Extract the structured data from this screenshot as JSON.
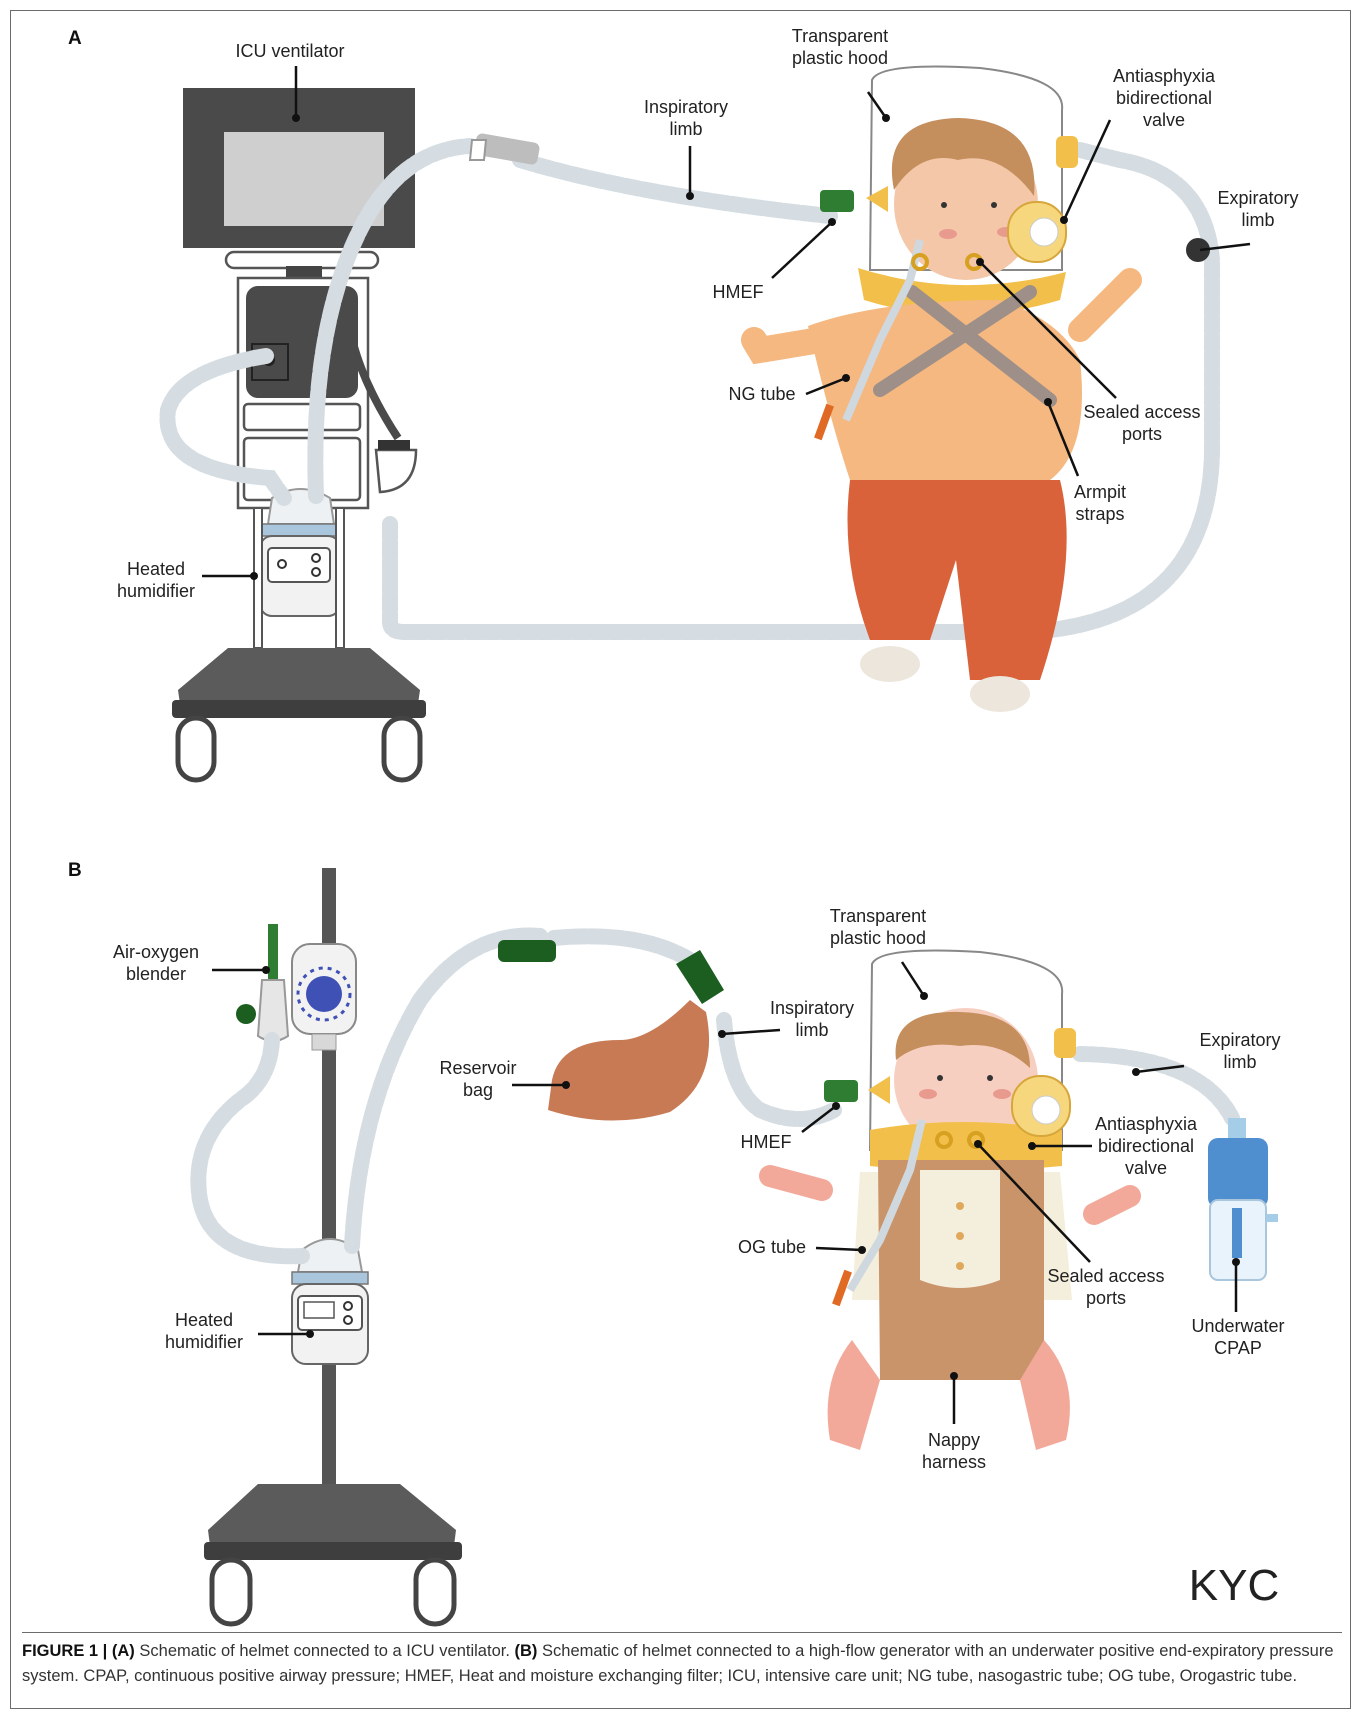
{
  "panels": {
    "a": "A",
    "b": "B"
  },
  "panel_a": {
    "icu_ventilator": "ICU ventilator",
    "inspiratory_limb": [
      "Inspiratory",
      "limb"
    ],
    "transparent_hood": [
      "Transparent",
      "plastic hood"
    ],
    "antiasphyxia_valve": [
      "Antiasphyxia",
      "bidirectional",
      "valve"
    ],
    "expiratory_limb": [
      "Expiratory",
      "limb"
    ],
    "hmef": "HMEF",
    "ng_tube": "NG tube",
    "sealed_ports": [
      "Sealed access",
      "ports"
    ],
    "armpit_straps": [
      "Armpit",
      "straps"
    ],
    "heated_humidifier": [
      "Heated",
      "humidifier"
    ]
  },
  "panel_b": {
    "air_oxygen_blender": [
      "Air-oxygen",
      "blender"
    ],
    "transparent_hood": [
      "Transparent",
      "plastic hood"
    ],
    "inspiratory_limb": [
      "Inspiratory",
      "limb"
    ],
    "expiratory_limb": [
      "Expiratory",
      "limb"
    ],
    "reservoir_bag": [
      "Reservoir",
      "bag"
    ],
    "hmef": "HMEF",
    "antiasphyxia_valve": [
      "Antiasphyxia",
      "bidirectional",
      "valve"
    ],
    "og_tube": "OG tube",
    "sealed_ports": [
      "Sealed access",
      "ports"
    ],
    "underwater_cpap": [
      "Underwater",
      "CPAP"
    ],
    "heated_humidifier": [
      "Heated",
      "humidifier"
    ],
    "nappy_harness": [
      "Nappy",
      "harness"
    ]
  },
  "signature": "KYC",
  "caption": {
    "figure_label": "FIGURE 1 |",
    "a_label": "(A)",
    "a_text": "Schematic of helmet connected to a ICU ventilator.",
    "b_label": "(B)",
    "b_text": "Schematic of helmet connected to a high-flow generator with an underwater positive end-expiratory pressure system. CPAP, continuous positive airway pressure; HMEF, Heat and moisture exchanging filter; ICU, intensive care unit; NG tube, nasogastric tube; OG tube, Orogastric tube."
  },
  "colors": {
    "tube": "#d5dde2",
    "ventilator_body": "#4a4a4a",
    "hood_yellow": "#f2c04a",
    "hmef_green": "#2e7d32",
    "shirt": "#f4b880",
    "pants": "#d9623a",
    "bag": "#c87a55",
    "harness": "#c9946a",
    "cpap_blue": "#4f8fcf"
  }
}
